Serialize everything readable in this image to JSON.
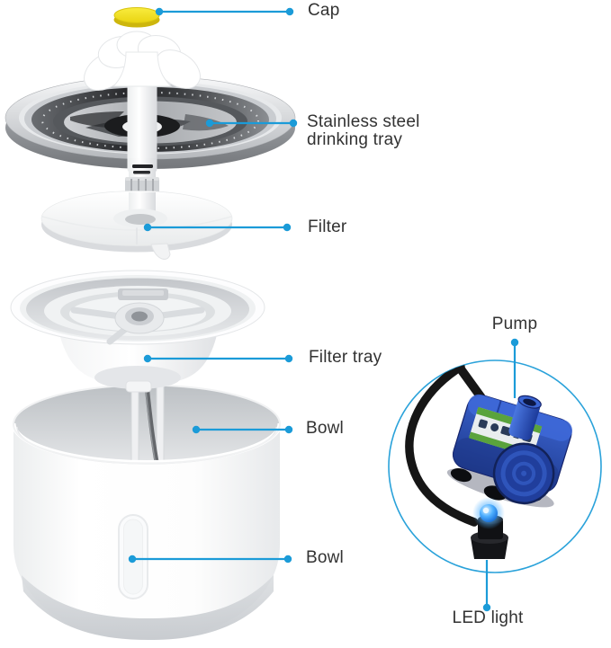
{
  "diagram": {
    "labels": {
      "cap": "Cap",
      "stainless_line1": "Stainless steel",
      "stainless_line2": "drinking tray",
      "filter": "Filter",
      "filter_tray": "Filter tray",
      "bowl_upper": "Bowl",
      "bowl_lower": "Bowl",
      "pump": "Pump",
      "led": "LED light"
    },
    "colors": {
      "accent_blue": "#1b9bd8",
      "cap_yellow": "#f2e01a",
      "pump_blue": "#2a4fb0",
      "led_glow_blue": "#4fb0ff",
      "cable_black": "#161616",
      "steel_gray": "#9b9ea3",
      "text": "#323232",
      "background": "#ffffff"
    }
  }
}
